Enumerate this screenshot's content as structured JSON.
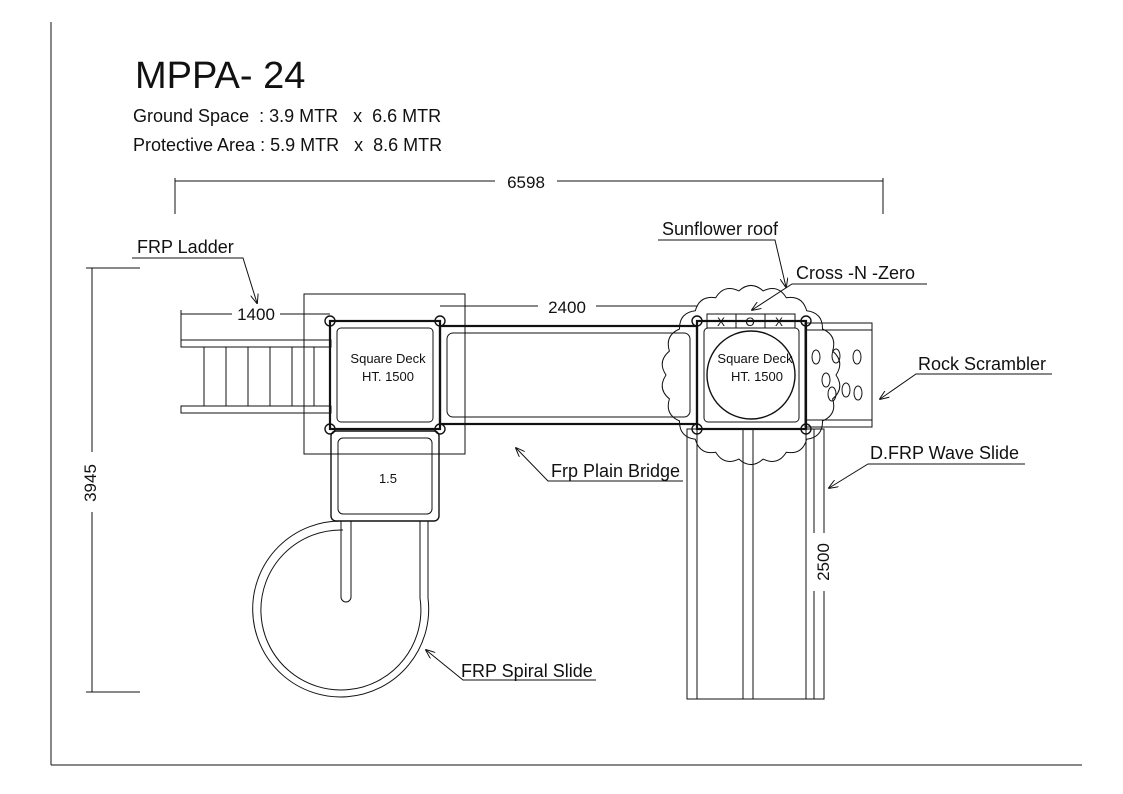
{
  "title": "MPPA- 24",
  "specs": {
    "ground_label": "Ground Space  : 3.9 MTR   x  6.6 MTR",
    "protective_label": "Protective Area : 5.9 MTR   x  8.6 MTR"
  },
  "dimensions": {
    "overall_width": "6598",
    "overall_height": "3945",
    "ladder_width": "1400",
    "bridge_length": "2400",
    "wave_slide_length": "2500"
  },
  "components": {
    "frp_ladder": "FRP Ladder",
    "sunflower_roof": "Sunflower roof",
    "cross_n_zero": "Cross -N -Zero",
    "rock_scrambler": "Rock Scrambler",
    "wave_slide": "D.FRP Wave Slide",
    "plain_bridge": "Frp Plain Bridge",
    "spiral_slide": "FRP Spiral Slide"
  },
  "deck_left": {
    "name": "Square Deck",
    "height": "HT. 1500"
  },
  "deck_right": {
    "name": "Square Deck",
    "height": "HT. 1500"
  },
  "step_label": "1.5",
  "xo_panel": [
    "X",
    "O",
    "X"
  ]
}
